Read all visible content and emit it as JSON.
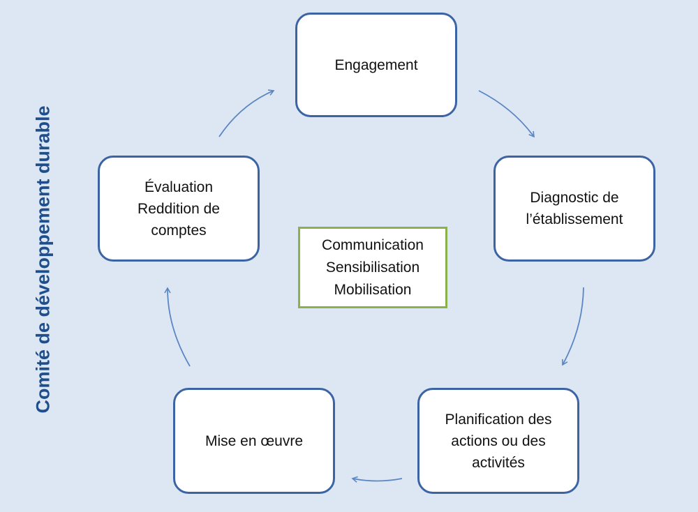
{
  "side_title": "Comité de développement durable",
  "nodes": [
    {
      "lines": [
        "Engagement"
      ]
    },
    {
      "lines": [
        "Diagnostic de",
        "l’établissement"
      ]
    },
    {
      "lines": [
        "Planification des",
        "actions ou des",
        "activités"
      ]
    },
    {
      "lines": [
        "Mise en œuvre"
      ]
    },
    {
      "lines": [
        "Évaluation",
        "Reddition de",
        "comptes"
      ]
    }
  ],
  "center": {
    "lines": [
      "Communication",
      "Sensibilisation",
      "Mobilisation"
    ]
  },
  "colors": {
    "background": "#dde7f3",
    "node_border": "#3c64a3",
    "center_border": "#8ab24a",
    "arrow": "#5b86c4",
    "title": "#1f4e8c"
  }
}
